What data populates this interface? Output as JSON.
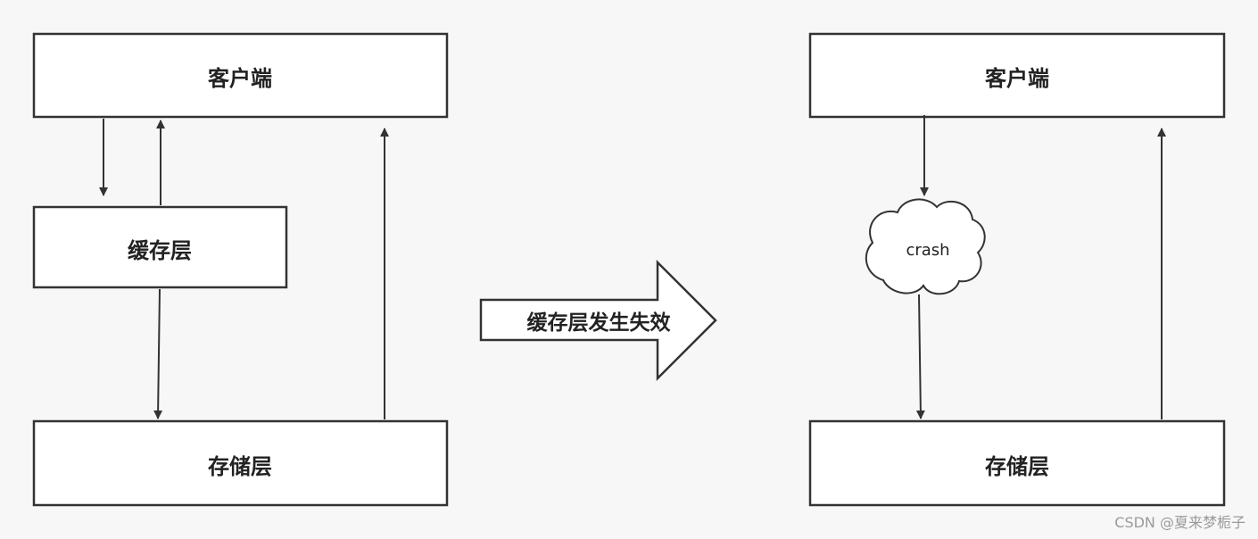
{
  "left_diagram": {
    "client_label": "客户端",
    "cache_label": "缓存层",
    "storage_label": "存储层"
  },
  "transition": {
    "label": "缓存层发生失效"
  },
  "right_diagram": {
    "client_label": "客户端",
    "crash_label": "crash",
    "storage_label": "存储层"
  },
  "watermark": "CSDN @夏来梦栀子",
  "colors": {
    "background": "#f7f7f7",
    "box_fill": "#ffffff",
    "stroke": "#333333",
    "text": "#222222",
    "watermark": "#9a9a9a"
  }
}
